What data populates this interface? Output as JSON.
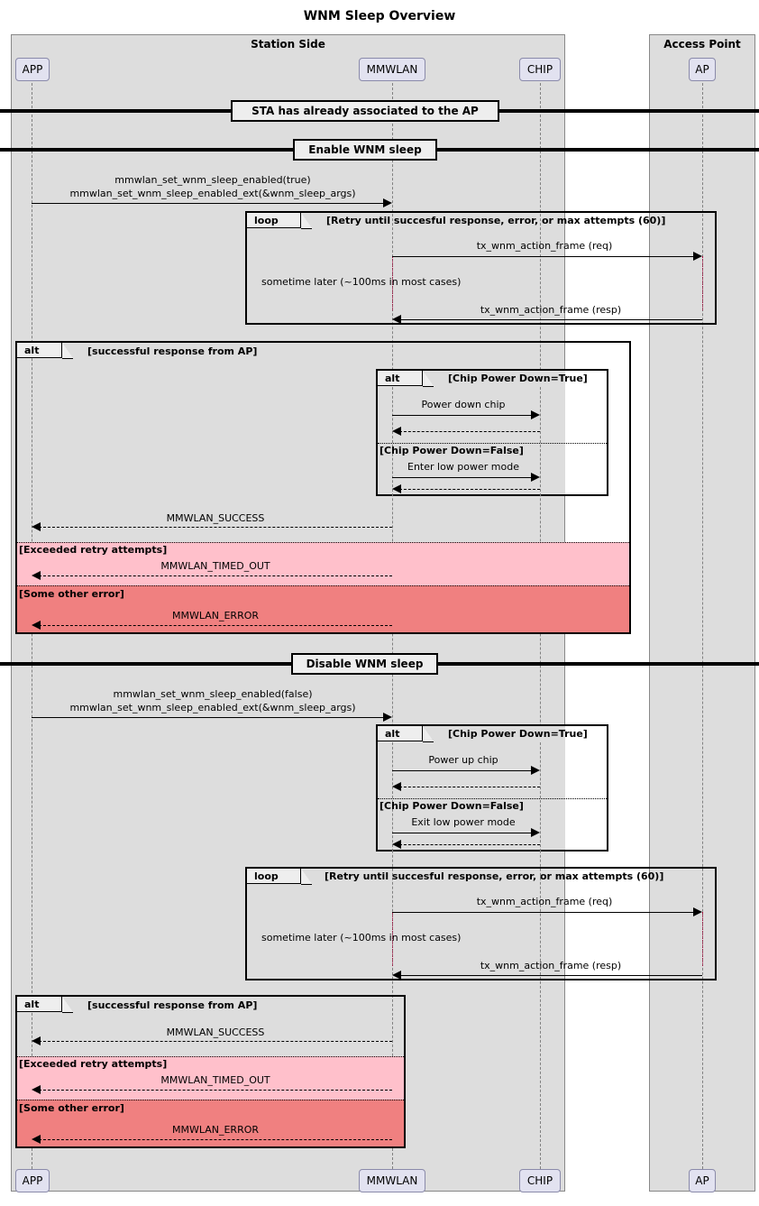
{
  "title": "WNM Sleep Overview",
  "groups": [
    {
      "name": "station-side",
      "label": "Station Side"
    },
    {
      "name": "access-point",
      "label": "Access Point"
    }
  ],
  "participants": [
    {
      "id": "app",
      "label": "APP"
    },
    {
      "id": "mmwlan",
      "label": "MMWLAN"
    },
    {
      "id": "chip",
      "label": "CHIP"
    },
    {
      "id": "ap",
      "label": "AP"
    }
  ],
  "separators": [
    {
      "id": "sep-associated",
      "label": "STA has already associated to the AP"
    },
    {
      "id": "sep-enable",
      "label": "Enable WNM sleep"
    },
    {
      "id": "sep-disable",
      "label": "Disable WNM sleep"
    }
  ],
  "fragments": {
    "loop_enable": {
      "keyword": "loop",
      "label": "[Retry until succesful response, error, or max attempts (60)]"
    },
    "loop_disable": {
      "keyword": "loop",
      "label": "[Retry until succesful response, error, or max attempts (60)]"
    },
    "alt_enable_outer": {
      "keyword": "alt",
      "label": "[successful response from AP]",
      "else1": "[Exceeded retry attempts]",
      "else2": "[Some other error]"
    },
    "alt_enable_inner": {
      "keyword": "alt",
      "label": "[Chip Power Down=True]",
      "else1": "[Chip Power Down=False]"
    },
    "alt_disable_inner": {
      "keyword": "alt",
      "label": "[Chip Power Down=True]",
      "else1": "[Chip Power Down=False]"
    },
    "alt_disable_outer": {
      "keyword": "alt",
      "label": "[successful response from AP]",
      "else1": "[Exceeded retry attempts]",
      "else2": "[Some other error]"
    }
  },
  "messages": {
    "enable_call_line1": "mmwlan_set_wnm_sleep_enabled(true)",
    "enable_call_line2": "mmwlan_set_wnm_sleep_enabled_ext(&wnm_sleep_args)",
    "disable_call_line1": "mmwlan_set_wnm_sleep_enabled(false)",
    "disable_call_line2": "mmwlan_set_wnm_sleep_enabled_ext(&wnm_sleep_args)",
    "tx_req": "tx_wnm_action_frame (req)",
    "tx_resp": "tx_wnm_action_frame (resp)",
    "sometime_later": "sometime later (~100ms in most cases)",
    "power_down_chip": "Power down chip",
    "enter_low_power": "Enter low power mode",
    "power_up_chip": "Power up chip",
    "exit_low_power": "Exit low power mode",
    "success": "MMWLAN_SUCCESS",
    "timed_out": "MMWLAN_TIMED_OUT",
    "error": "MMWLAN_ERROR"
  },
  "colors": {
    "group_fill": "#DDDDDD",
    "participant_fill": "#E2E2F0",
    "fragment_tab_fill": "#EEEEEE",
    "timeout_fill": "#FFC0CB",
    "error_fill": "#F08080",
    "activation_line": "#A80036",
    "line": "#000000"
  }
}
